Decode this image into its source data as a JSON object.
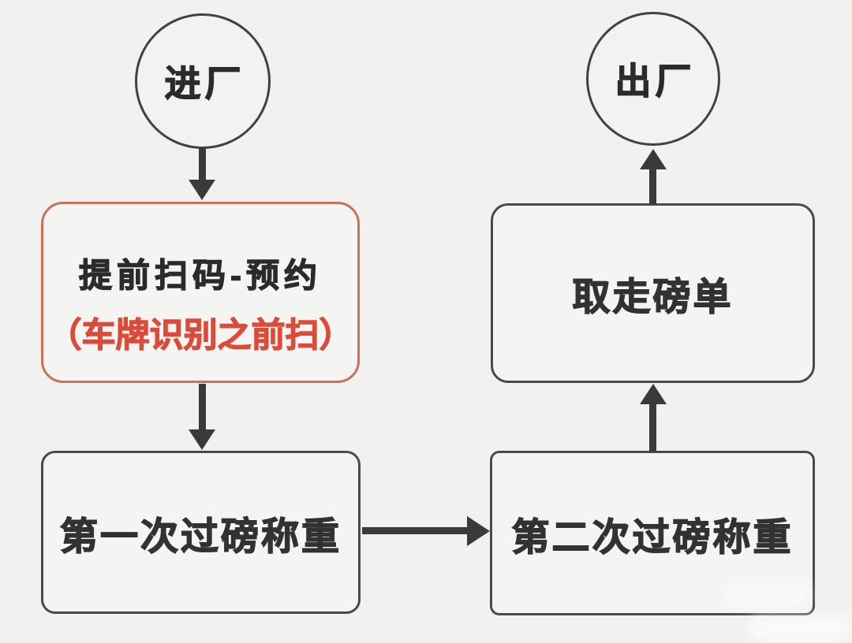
{
  "diagram": {
    "title": "factory-weighing-process-flowchart",
    "background": "#f1f1ef",
    "colors": {
      "node_border": "#4a4a4a",
      "arrow": "#3a3a3a",
      "text_dark": "#2b2b2b",
      "highlight_border": "#cd6f5c",
      "highlight_text": "#dc4b39"
    },
    "nodes": {
      "start": {
        "shape": "circle",
        "label": "进厂"
      },
      "scan": {
        "shape": "rounded-box-highlighted",
        "line1": "提前扫码-预约",
        "line2": "（车牌识别之前扫）"
      },
      "weigh1": {
        "shape": "rounded-box",
        "label": "第一次过磅称重"
      },
      "weigh2": {
        "shape": "rounded-box",
        "label": "第二次过磅称重"
      },
      "slip": {
        "shape": "rounded-box",
        "label": "取走磅单"
      },
      "end": {
        "shape": "circle",
        "label": "出厂"
      }
    },
    "edges": [
      {
        "from": "start",
        "to": "scan",
        "direction": "down"
      },
      {
        "from": "scan",
        "to": "weigh1",
        "direction": "down"
      },
      {
        "from": "weigh1",
        "to": "weigh2",
        "direction": "right"
      },
      {
        "from": "weigh2",
        "to": "slip",
        "direction": "up"
      },
      {
        "from": "slip",
        "to": "end",
        "direction": "up"
      }
    ]
  }
}
